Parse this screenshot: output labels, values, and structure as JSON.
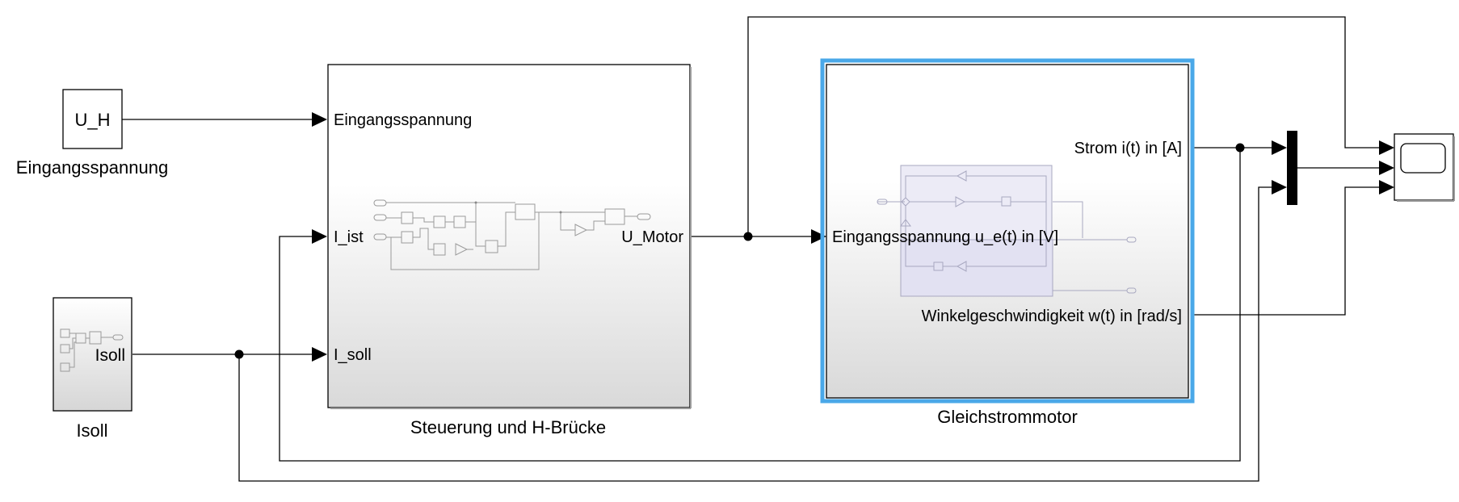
{
  "diagram": {
    "blocks": {
      "uh": {
        "label": "U_H",
        "caption": "Eingangsspannung"
      },
      "isoll": {
        "port_label": "Isoll",
        "caption": "Isoll"
      },
      "steuerung": {
        "caption": "Steuerung und H-Brücke",
        "ports_in": [
          "Eingangsspannung",
          "I_ist",
          "I_soll"
        ],
        "port_out": "U_Motor"
      },
      "motor": {
        "caption": "Gleichstrommotor",
        "port_in": "Eingangsspannung u_e(t) in [V]",
        "ports_out": [
          "Strom i(t) in [A]",
          "Winkelgeschwindigkeit w(t) in [rad/s]"
        ]
      },
      "mux": {},
      "scope": {}
    },
    "colors": {
      "selection": "#4aa8e8",
      "block_border": "#000000",
      "subsystem_gradient_top": "#ffffff",
      "subsystem_gradient_bottom": "#d9d9d9"
    }
  }
}
